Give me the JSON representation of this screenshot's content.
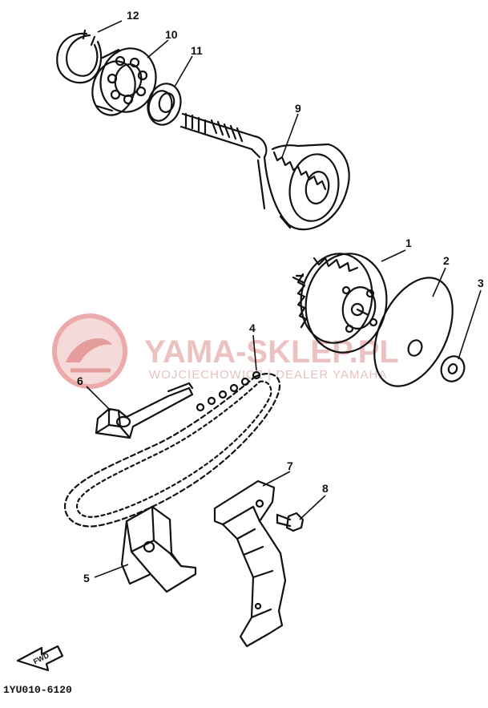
{
  "watermark": {
    "brand": "YAMA-SKLEP.PL",
    "tagline": "WOJCIECHOWICZ | DEALER YAMAHA",
    "color": "#e9a0a0"
  },
  "direction_badge": "FWD",
  "figure_code": "1YU010-6120",
  "callouts": {
    "c1": "1",
    "c2": "2",
    "c3": "3",
    "c4": "4",
    "c5": "5",
    "c6": "6",
    "c7": "7",
    "c8": "8",
    "c9": "9",
    "c10": "10",
    "c11": "11",
    "c12": "12"
  },
  "parts": [
    {
      "ref": "1",
      "icon": "sprocket-gear-icon"
    },
    {
      "ref": "2",
      "icon": "plate-washer-icon"
    },
    {
      "ref": "3",
      "icon": "small-washer-icon"
    },
    {
      "ref": "4",
      "icon": "drive-chain-icon"
    },
    {
      "ref": "5",
      "icon": "chain-guide-bracket-icon"
    },
    {
      "ref": "6",
      "icon": "tensioner-arm-icon"
    },
    {
      "ref": "7",
      "icon": "chain-guide-icon"
    },
    {
      "ref": "8",
      "icon": "bolt-icon"
    },
    {
      "ref": "9",
      "icon": "shaft-gear-icon"
    },
    {
      "ref": "10",
      "icon": "ball-bearing-icon"
    },
    {
      "ref": "11",
      "icon": "oil-seal-icon"
    },
    {
      "ref": "12",
      "icon": "circlip-icon"
    }
  ]
}
